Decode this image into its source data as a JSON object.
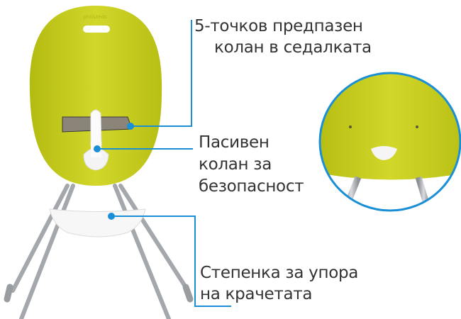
{
  "colors": {
    "accent": "#1a8fd6",
    "seat": "#c9cf1f",
    "text": "#333333"
  },
  "logo": "phil&teds",
  "callouts": [
    {
      "lines": [
        "5-точков предпазен",
        "колан в седалката"
      ]
    },
    {
      "lines": [
        "Пасивен",
        "колан за",
        "безопасност"
      ]
    },
    {
      "lines": [
        "Степенка за упора",
        "на крачетата"
      ]
    }
  ]
}
